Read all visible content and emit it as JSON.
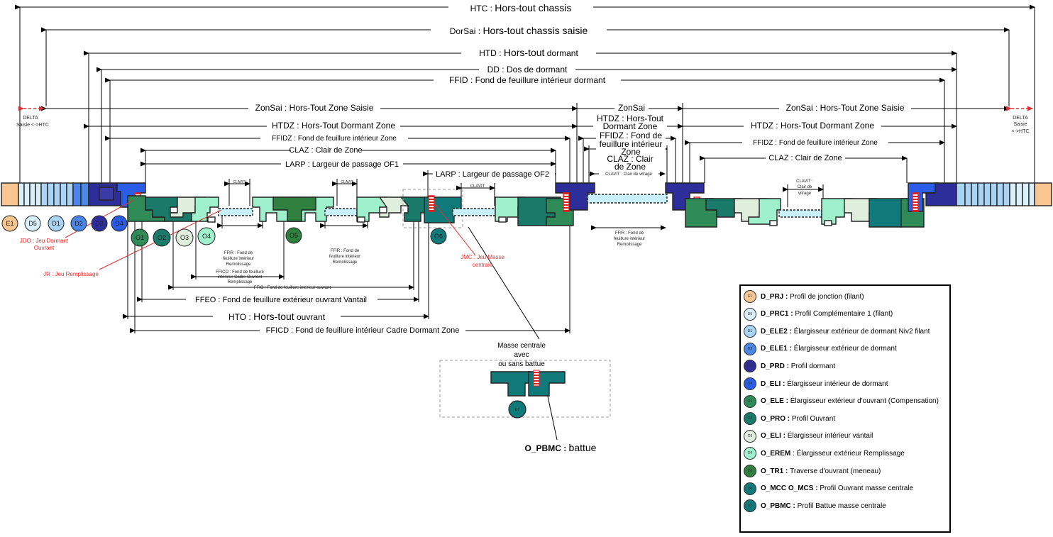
{
  "dimensions": {
    "htc": {
      "code": "HTC",
      "sep": " : ",
      "text": "Hors-tout chassis"
    },
    "dorsai": {
      "code": "DorSai",
      "sep": " : ",
      "text": "Hors-tout chassis saisie"
    },
    "htd": {
      "code": "HTD",
      "sep": " : ",
      "text1": "Hors-tout",
      "text2": " dormant"
    },
    "dd": {
      "code": "DD",
      "sep": " : ",
      "text": "Dos de dormant"
    },
    "ffid": {
      "code": "FFID",
      "sep": " : ",
      "text": "Fond de feuillure intérieur dormant"
    },
    "zonsai": {
      "code": "ZonSai",
      "sep": " : ",
      "text": "Hors-Tout Zone Saisie"
    },
    "zonsai_mid": "ZonSai",
    "htdz": {
      "code": "HTDZ",
      "sep": " : ",
      "text": "Hors-Tout Dormant Zone"
    },
    "htdz_mid": [
      "HTDZ : Hors-Tout",
      "Dormant Zone"
    ],
    "ffidz": {
      "code": "FFIDZ",
      "sep": " : ",
      "text": "Fond de feuillure intérieur Zone"
    },
    "ffidz_mid": [
      "FFIDZ : Fond de",
      "feuillure intérieur",
      "Zone"
    ],
    "claz": {
      "code": "CLAZ",
      "sep": " : ",
      "text": "Clair de Zone"
    },
    "claz_mid": [
      "CLAZ : Clair",
      "de Zone"
    ],
    "larp1": {
      "code": "LARP",
      "sep": " : ",
      "text": "Largeur de passage OF1"
    },
    "larp2": {
      "code": "LARP",
      "sep": " : ",
      "text": "Largeur de passage OF2"
    },
    "ffeo": {
      "code": "FFEO",
      "sep": " : ",
      "text": "Fond de feuillure extérieur ouvrant Vantail"
    },
    "hto": {
      "code": "HTO",
      "sep": " : ",
      "text1": "Hors-tout",
      "text2": " ouvrant"
    },
    "fficd": {
      "code": "FFICD",
      "sep": " : ",
      "text": "Fond de feuillure intérieur Cadre Dormant Zone"
    },
    "delta": [
      "DELTA",
      "Saisie <->HTC"
    ],
    "delta_right": [
      "DELTA",
      "Saisie",
      "<->HTC"
    ]
  },
  "small_labels": {
    "clavit": "CLAVIT",
    "clavit_mid": "CLAVIT : Clair de vitrage",
    "clavit_right": [
      "CLAVIT :",
      "Clair de",
      "vitrage"
    ],
    "ffir": [
      "FFIR : Fond de",
      "feuillure intérieur",
      "Remolissage"
    ],
    "ffir_mid": [
      "FFIR : Fond de",
      "feuillure intérieur",
      "Remolissage"
    ],
    "ffir_right": [
      "FFIR : Fond de",
      "feuillure intérieur",
      "Remolissage"
    ],
    "ffico": [
      "FFICO : Fond de feuilluré",
      "intérieur Cadre Ouvrant",
      "Remplissage"
    ],
    "ffio": "FFIO : Fond de feuillure intérieur ouvrant"
  },
  "red_labels": {
    "jdo": [
      "JDO : Jeu Dormant",
      "Ouvrant"
    ],
    "jr": "JR : Jeu Remplissage",
    "jmc": [
      "JMC : Jeu Masse",
      "centrale"
    ]
  },
  "badges": [
    {
      "id": "E1",
      "color": "#f9c590"
    },
    {
      "id": "D5",
      "color": "#d9effa"
    },
    {
      "id": "D1",
      "color": "#a8d4f5"
    },
    {
      "id": "D2",
      "color": "#4a86e8"
    },
    {
      "id": "D3",
      "color": "#2e2e9a"
    },
    {
      "id": "D4",
      "color": "#2b5ce6"
    },
    {
      "id": "O1",
      "color": "#2e8b57"
    },
    {
      "id": "O2",
      "color": "#1a7a6a"
    },
    {
      "id": "O3",
      "color": "#dfeedd"
    },
    {
      "id": "O4",
      "color": "#9ff0cc"
    },
    {
      "id": "O5",
      "color": "#2f7f3f"
    },
    {
      "id": "O6",
      "color": "#107a7a"
    },
    {
      "id": "O7",
      "color": "#107a7a"
    }
  ],
  "masse_centrale": {
    "title": [
      "Masse centrale",
      "avec",
      "ou sans battue"
    ],
    "code": "O_PBMC : ",
    "text": "battue"
  },
  "legend": {
    "items": [
      {
        "badge": "E1",
        "color": "#f9c590",
        "code": "D_PRJ : ",
        "text": "Profil de jonction (filant)"
      },
      {
        "badge": "D5",
        "color": "#d9effa",
        "code": "D_PRC1 : ",
        "text": "Profil Complémentaire 1 (filant)"
      },
      {
        "badge": "D1",
        "color": "#a8d4f5",
        "code": "D_ELE2 : ",
        "text": "Élargisseur extérieur de dormant Niv2 filant"
      },
      {
        "badge": "D2",
        "color": "#4a86e8",
        "code": "D_ELE1 : ",
        "text": "Élargisseur extérieur de dormant"
      },
      {
        "badge": "D3",
        "color": "#2e2e9a",
        "code": "D_PRD : ",
        "text": "Profil dormant"
      },
      {
        "badge": "D4",
        "color": "#2b5ce6",
        "code": "D_ELI : ",
        "text": "Élargisseur intérieur de dormant"
      },
      {
        "badge": "O1",
        "color": "#2e8b57",
        "code": "O_ELE : ",
        "text": "Élargisseur extérieur d'ouvrant (Compensation)"
      },
      {
        "badge": "O2",
        "color": "#1a7a6a",
        "code": "O_PRO : ",
        "text": "Profil Ouvrant"
      },
      {
        "badge": "O3",
        "color": "#dfeedd",
        "code": "O_ELI : ",
        "text": "Élargisseur intérieur vantail"
      },
      {
        "badge": "O4",
        "color": "#9ff0cc",
        "code": "O_EREM",
        "text": " : Élargisseur extérieur Remplissage"
      },
      {
        "badge": "O5",
        "color": "#2f7f3f",
        "code": "O_TR1 : ",
        "text": "Traverse d'ouvrant (meneau)"
      },
      {
        "badge": "O6",
        "color": "#107a7a",
        "code": "O_MCC O_MCS : ",
        "text": "Profil Ouvrant masse centrale"
      },
      {
        "badge": "O7",
        "color": "#107a7a",
        "code": "O_PBMC : ",
        "text": "Profil Battue masse centrale"
      }
    ]
  },
  "colors": {
    "dimension_line": "#000000",
    "annotation_red": "#e03030",
    "glass": "#c9f1fb",
    "sash_light": "#9ff0cc",
    "sash_teal": "#107a7a",
    "sash_green": "#2e8b57",
    "frame_dark": "#2e2e9a",
    "frame_blue": "#2b5ce6"
  }
}
